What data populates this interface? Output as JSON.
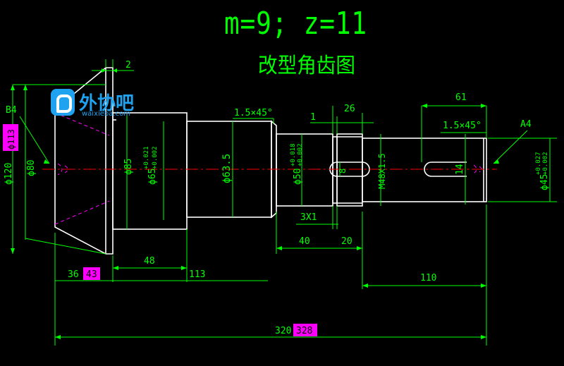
{
  "drawing": {
    "title_params": "m=9; z=11",
    "title_name": "改型角齿图",
    "watermark": {
      "text": "外协吧",
      "url": "waixieba.com"
    },
    "colors": {
      "outline": "#ffffff",
      "dimension": "#00ff00",
      "centerline": "#ff0000",
      "highlight": "#ff00ff",
      "hidden": "#ff00ff",
      "watermark": "#1fa3f0"
    },
    "dims": {
      "top_2": "2",
      "b4": "B4",
      "phi113": "ϕ113",
      "phi120": "ϕ120",
      "phi80": "ϕ80",
      "phi85": "ϕ85",
      "phi65": "ϕ65",
      "phi65_tol_up": "+0.021",
      "phi65_tol_dn": "+0.002",
      "phi63_5": "ϕ63.5",
      "phi50": "ϕ50",
      "phi50_tol_up": "+0.018",
      "phi50_tol_dn": "+0.002",
      "chamfer_left": "1.5×45°",
      "chamfer_right": "1.5×45°",
      "dim_1": "1",
      "dim_26": "26",
      "dim_61": "61",
      "a4": "A4",
      "dim_8": "8",
      "thread": "M48X1.5",
      "dim_14": "14",
      "phi45": "ϕ45",
      "phi45_tol_up": "+0.027",
      "phi45_tol_dn": "+0.002",
      "groove": "3X1",
      "dim_40": "40",
      "dim_20": "20",
      "dim_48": "48",
      "dim_36": "36",
      "dim_43": "43",
      "dim_113": "113",
      "dim_110": "110",
      "dim_320": "320",
      "dim_328": "328"
    }
  }
}
